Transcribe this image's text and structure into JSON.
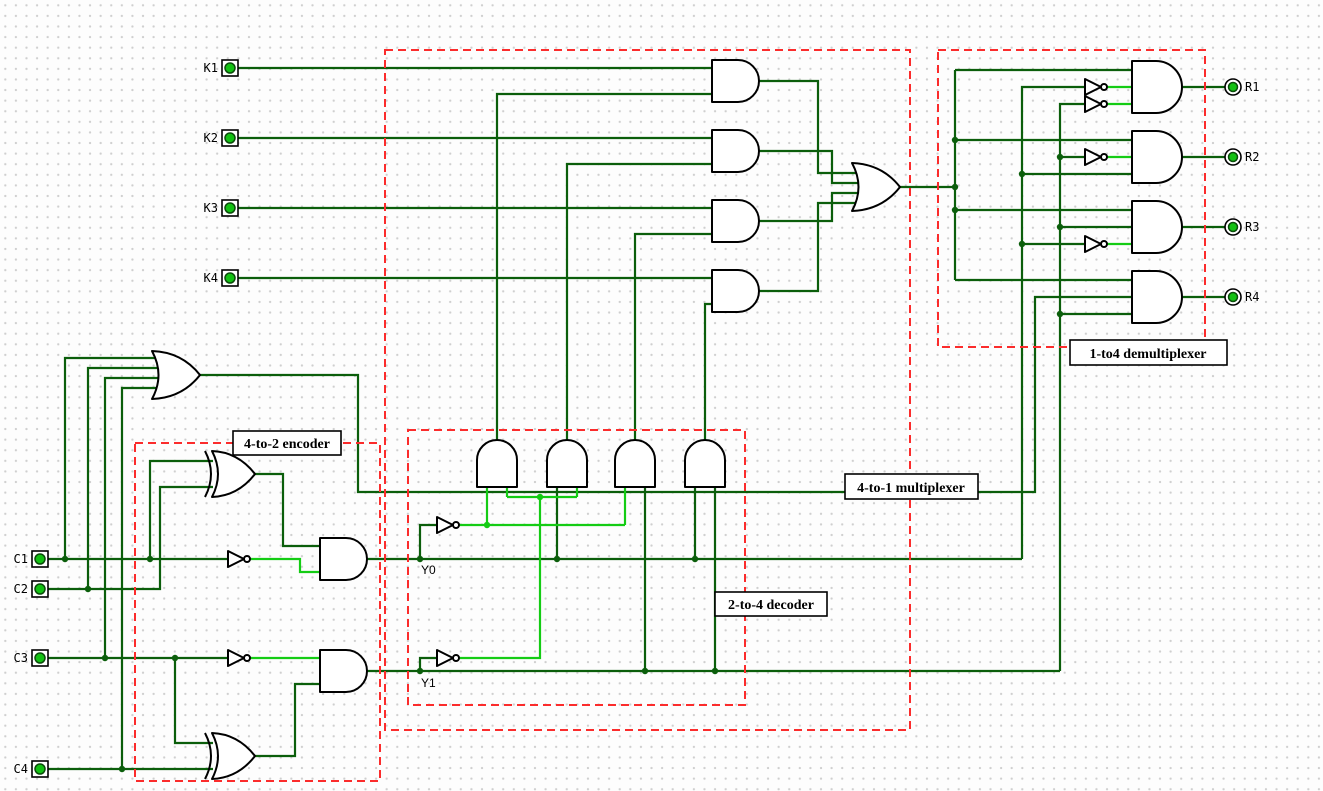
{
  "colors": {
    "wire_low": "#0b5e0b",
    "wire_high": "#14cc14",
    "pin_fill": "#12c112",
    "pin_ring": "#0a4d0a",
    "boundary_red": "#fb2c2c",
    "gate_stroke": "#000000",
    "grid_dot": "#cfcfcf"
  },
  "pins": {
    "inputs_top": [
      {
        "label": "K1"
      },
      {
        "label": "K2"
      },
      {
        "label": "K3"
      },
      {
        "label": "K4"
      }
    ],
    "inputs_bottom": [
      {
        "label": "C1"
      },
      {
        "label": "C2"
      },
      {
        "label": "C3"
      },
      {
        "label": "C4"
      }
    ],
    "outputs": [
      {
        "label": "R1"
      },
      {
        "label": "R2"
      },
      {
        "label": "R3"
      },
      {
        "label": "R4"
      }
    ]
  },
  "blocks": {
    "encoder_label": "4-to-2 encoder",
    "decoder_label": "2-to-4 decoder",
    "multiplexer_label": "4-to-1 multiplexer",
    "demultiplexer_label": "1-to4 demultiplexer"
  },
  "nets": {
    "y0_label": "Y0",
    "y1_label": "Y1"
  }
}
